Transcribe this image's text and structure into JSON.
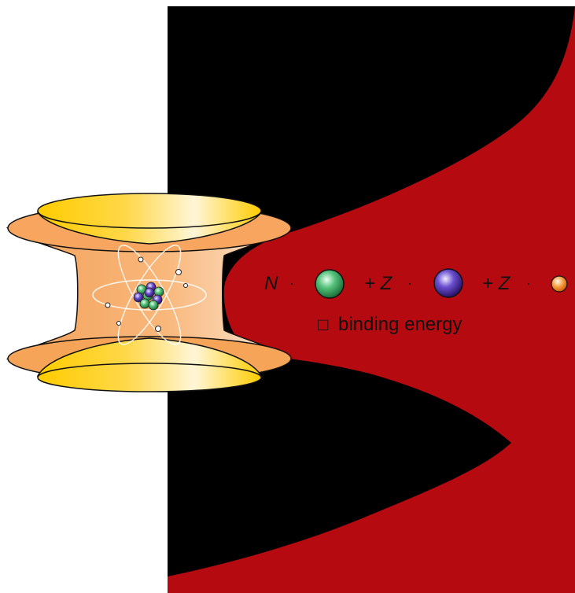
{
  "formula": {
    "n_symbol": "N",
    "dot": "·",
    "plus_z_1": "+ Z",
    "plus_z_2": "+ Z",
    "minus_box": "□",
    "binding_energy": "binding energy"
  },
  "icons": {
    "neutron": "neutron-sphere-icon",
    "proton": "proton-sphere-icon",
    "electron": "electron-sphere-icon",
    "atom": "atom-icon",
    "trap": "hyperboloid-trap-icon"
  },
  "colors": {
    "background_black": "#000000",
    "red": "#B50A10",
    "gold": "#FFCC00",
    "orange": "#F8A04C",
    "neutron": "#2E9A54",
    "proton": "#4A2FA0",
    "electron": "#F07A1A"
  }
}
